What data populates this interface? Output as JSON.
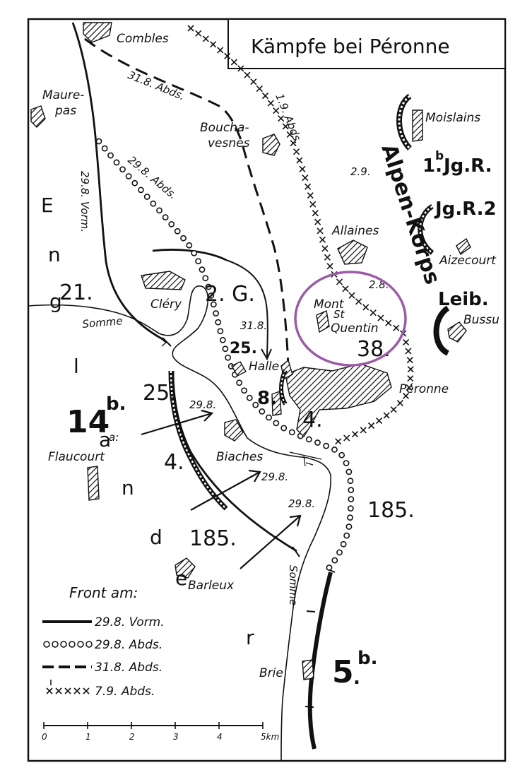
{
  "title": "Kämpfe bei Péronne",
  "places": {
    "combles": "Combles",
    "maurepas_1": "Maure-",
    "maurepas_2": "pas",
    "bouchavesnes_1": "Boucha-",
    "bouchavesnes_2": "vesnes",
    "moislains": "Moislains",
    "allaines": "Allaines",
    "aizecourt": "Aizecourt",
    "bussu": "Bussu",
    "clery": "Cléry",
    "mont_1": "Mont",
    "mont_2": "St",
    "mont_3": "Quentin",
    "halle": "Halle",
    "peronne": "Péronne",
    "flaucourt": "Flaucourt",
    "biaches": "Biaches",
    "barleux": "Barleux",
    "brie": "Brie",
    "somme_1": "Somme",
    "somme_2": "Somme"
  },
  "front_labels": {
    "l_31_8_abds": "31.8. Abds.",
    "l_1_9_abds": "1.9. Abds.",
    "l_29_8_abds": "29.8. Abds.",
    "l_29_8_vorm": "29.8. Vorm.",
    "l_2_9": "2.9.",
    "l_2_8": "2.8.",
    "l_31_8": "31.8.",
    "arrow_1": "29.8.",
    "arrow_2": "29.8.",
    "arrow_3": "29.8."
  },
  "units": {
    "jg_r_1": "1.",
    "jg_r_1_sup": "b",
    "jg_r_1_rest": "Jg.R.",
    "jg_r_2": "Jg.R.2",
    "leib": "Leib.",
    "alpen_korps": "Alpen-Korps",
    "u21": "21.",
    "u2g": "2. G.",
    "u25a": "25.",
    "u25b": "25.",
    "u38": "38.",
    "u8": "8.",
    "u4a": "4.",
    "u4b": "4.",
    "u14": "14",
    "u14_sup": "b.",
    "u14_sub": "a:",
    "u185a": "185.",
    "u185b": "185.",
    "u5": "5",
    "u5_sup": "b.",
    "u5_dot": "."
  },
  "england": [
    "E",
    "n",
    "g",
    "l",
    "a",
    "n",
    "d",
    "e",
    "r"
  ],
  "legend": {
    "heading": "Front am:",
    "items": [
      {
        "style": "solid",
        "label": "29.8. Vorm."
      },
      {
        "style": "circles",
        "label": "29.8. Abds."
      },
      {
        "style": "dashed",
        "label": "31.8. Abds."
      },
      {
        "style": "crosses",
        "label": "7.9. Abds."
      }
    ]
  },
  "scale": {
    "ticks": [
      "0",
      "1",
      "2",
      "3",
      "4",
      "5km"
    ]
  },
  "highlight": {
    "color": "#9c5aa8",
    "target": "Mont St Quentin"
  },
  "colors": {
    "ink": "#111111",
    "paper": "#ffffff"
  }
}
